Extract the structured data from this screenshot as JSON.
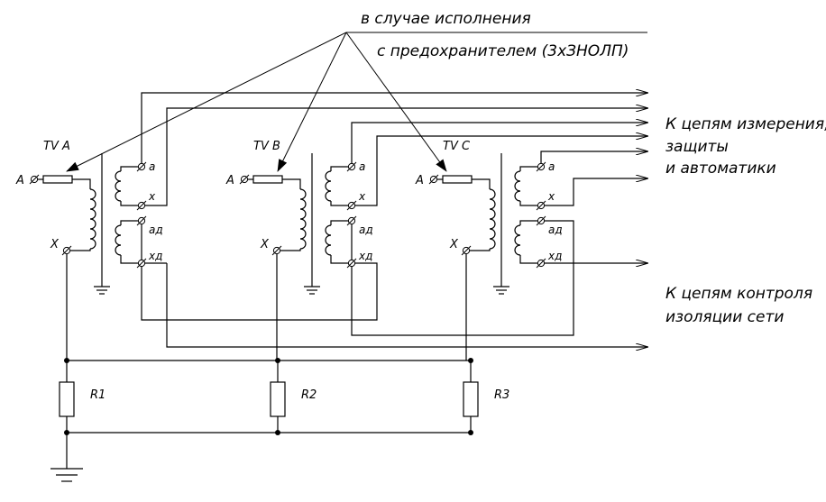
{
  "annotation": {
    "line1": "в случае исполнения",
    "line2": "с предохранителем (3хЗНОЛП)"
  },
  "outputs": {
    "measure_line1": "К цепям измерения,",
    "measure_line2": "защиты",
    "measure_line3": "и автоматики",
    "insulation_line1": "К цепям контроля",
    "insulation_line2": "изоляции сети"
  },
  "transformers": [
    {
      "name": "TV A",
      "primary_start": "A",
      "primary_end": "X",
      "secondary_a": "a",
      "secondary_x": "x",
      "tertiary_a": "aд",
      "tertiary_x": "xд"
    },
    {
      "name": "TV B",
      "primary_start": "A",
      "primary_end": "X",
      "secondary_a": "a",
      "secondary_x": "x",
      "tertiary_a": "aд",
      "tertiary_x": "xд"
    },
    {
      "name": "TV C",
      "primary_start": "A",
      "primary_end": "X",
      "secondary_a": "a",
      "secondary_x": "x",
      "tertiary_a": "aд",
      "tertiary_x": "xд"
    }
  ],
  "resistors": [
    "R1",
    "R2",
    "R3"
  ]
}
